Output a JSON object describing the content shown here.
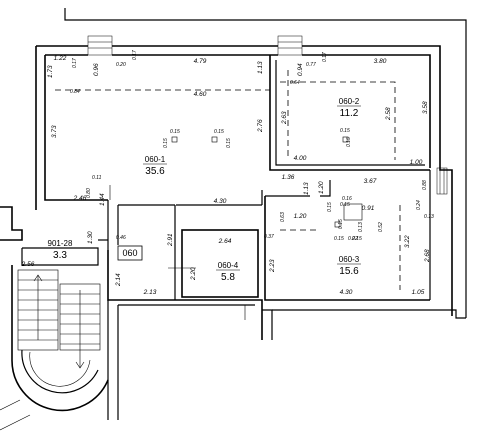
{
  "plan": {
    "label_box": "060",
    "rooms": [
      {
        "id": "060-1",
        "area": "35.6"
      },
      {
        "id": "060-2",
        "area": "11.2"
      },
      {
        "id": "060-3",
        "area": "15.6"
      },
      {
        "id": "060-4",
        "area": "5.8"
      },
      {
        "id": "901-28",
        "area": "3.3"
      }
    ],
    "dimensions": [
      "1.22",
      "0.17",
      "0.96",
      "0.20",
      "0.17",
      "4.79",
      "1.13",
      "0.94",
      "0.77",
      "0.17",
      "3.80",
      "1.73",
      "0.84",
      "4.60",
      "0.64",
      "3.58",
      "3.73",
      "2.63",
      "2.58",
      "2.76",
      "0.15",
      "0.15",
      "0.15",
      "0.15",
      "0.15",
      "0.15",
      "0.15",
      "0.15",
      "4.00",
      "1.00",
      "0.11",
      "0.80",
      "1.36",
      "3.67",
      "0.88",
      "1.20",
      "1.13",
      "2.46",
      "1.44",
      "4.30",
      "1.20",
      "0.16",
      "0.91",
      "0.24",
      "0.13",
      "0.46",
      "1.30",
      "0.63",
      "0.37",
      "2.91",
      "2.64",
      "0.15",
      "0.15",
      "0.52",
      "2.56",
      "0.15",
      "0.22",
      "0.13",
      "3.22",
      "2.68",
      "2.20",
      "2.23",
      "2.14",
      "2.13",
      "4.30",
      "1.05"
    ]
  }
}
